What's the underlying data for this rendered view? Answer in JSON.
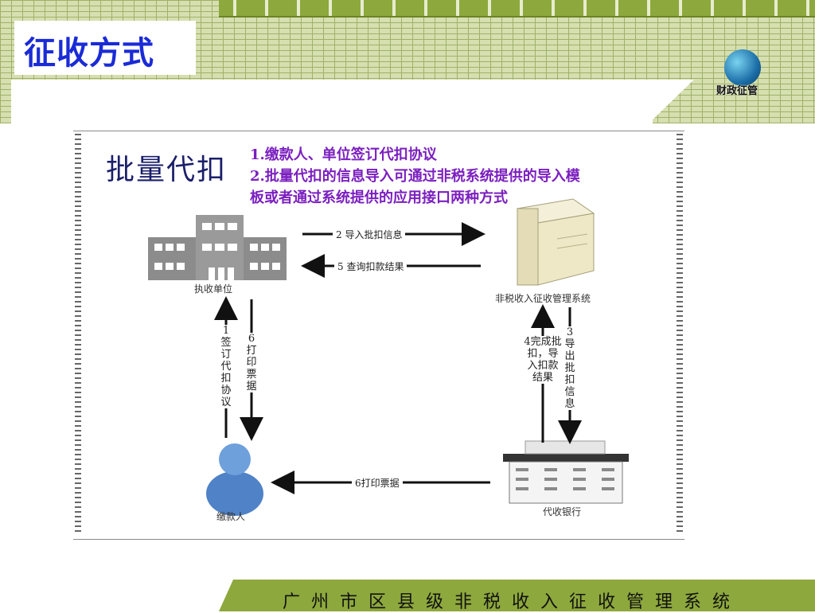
{
  "slide": {
    "title": "征收方式",
    "logo_text": "财政征管",
    "footer": "广州市区县级非税收入征收管理系统"
  },
  "diagram": {
    "heading": "批量代扣",
    "notes": [
      "1.缴款人、单位签订代扣协议",
      "2.批量代扣的信息导入可通过非税系统提供的导入模",
      "板或者通过系统提供的应用接口两种方式"
    ],
    "nodes": {
      "unit": "执收单位",
      "system": "非税收入征收管理系统",
      "payer": "缴款人",
      "bank": "代收银行"
    },
    "edges": {
      "e2": "2  导入批扣信息",
      "e5": "5 查询扣款结果",
      "e1": "1签订代扣协议",
      "e6a": "6打印票据",
      "e4": "4完成批扣，导入扣款结果",
      "e3": "3导出批扣信息",
      "e6b": "6打印票据"
    }
  },
  "colors": {
    "title": "#1a2bd6",
    "note": "#7b1fbf",
    "footer_bar": "#8da83c",
    "brick": "#d6dfb0"
  }
}
